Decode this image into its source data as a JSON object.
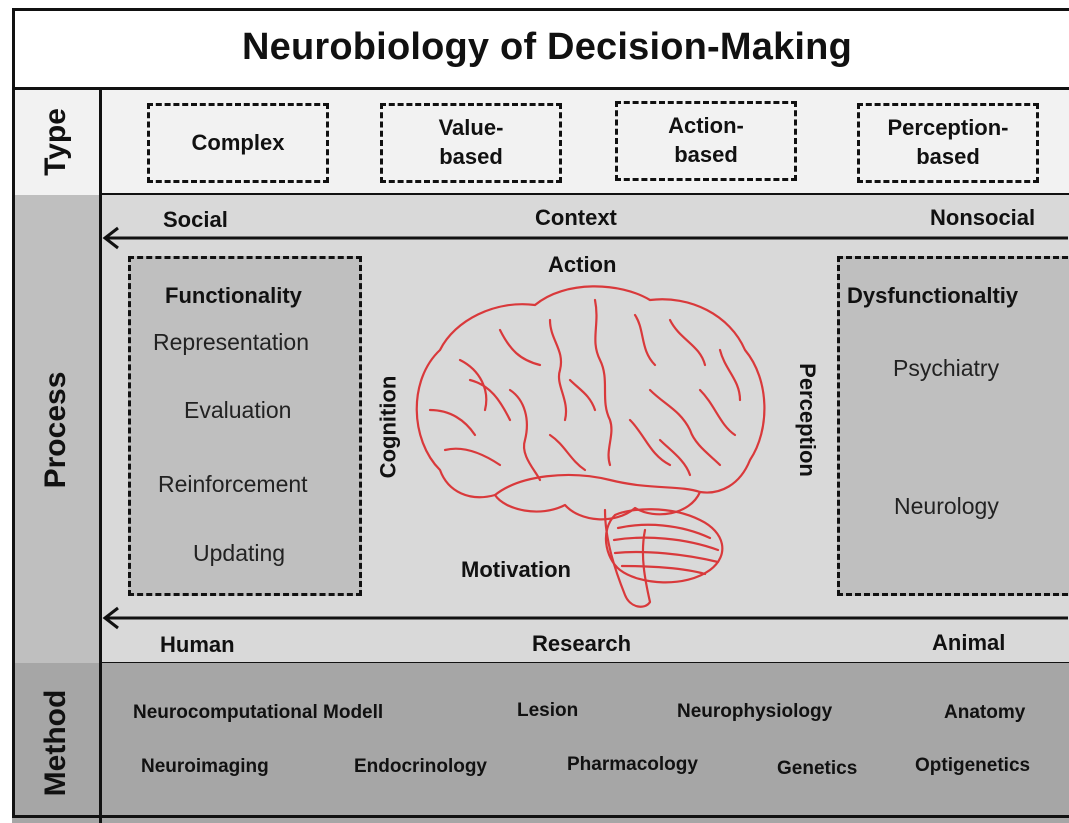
{
  "title": "Neurobiology of Decision-Making",
  "rows": {
    "type": "Type",
    "process": "Process",
    "method": "Method"
  },
  "types": [
    "Complex",
    "Value-\nbased",
    "Action-\nbased",
    "Perception-\nbased"
  ],
  "context": {
    "left": "Social",
    "center": "Context",
    "right": "Nonsocial"
  },
  "research": {
    "left": "Human",
    "center": "Research",
    "right": "Animal"
  },
  "brain_labels": {
    "top": "Action",
    "left": "Cognition",
    "right": "Perception",
    "bottom": "Motivation"
  },
  "functionality": {
    "heading": "Functionality",
    "items": [
      "Representation",
      "Evaluation",
      "Reinforcement",
      "Updating"
    ]
  },
  "dysfunctionality": {
    "heading": "Dysfunctionaltiy",
    "items": [
      "Psychiatry",
      "Neurology"
    ]
  },
  "methods": {
    "row1": [
      "Neurocomputational Modell",
      "Lesion",
      "Neurophysiology",
      "Anatomy"
    ],
    "row2": [
      "Neuroimaging",
      "Endocrinology",
      "Pharmacology",
      "Genetics",
      "Optigenetics"
    ]
  },
  "colors": {
    "brain_outline": "#d9393b",
    "process_bg": "#d9d9d9",
    "method_bg": "#a6a6a6",
    "panel_bg": "#bfbfbf"
  },
  "icons": {
    "brain": "brain-illustration",
    "arrows": "double-headed-arrow"
  }
}
